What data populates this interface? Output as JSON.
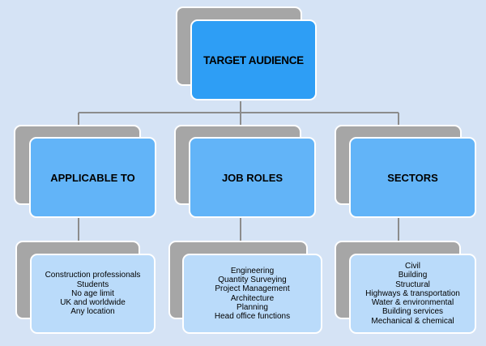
{
  "diagram": {
    "root": {
      "label": "TARGET AUDIENCE"
    },
    "branches": [
      {
        "label": "APPLICABLE TO",
        "items": [
          "Construction professionals",
          "Students",
          "No age limit",
          "UK and worldwide",
          "Any location"
        ]
      },
      {
        "label": "JOB ROLES",
        "items": [
          "Engineering",
          "Quantity Surveying",
          "Project Management",
          "Architecture",
          "Planning",
          "Head office functions"
        ]
      },
      {
        "label": "SECTORS",
        "items": [
          "Civil",
          "Building",
          "Structural",
          "Highways & transportation",
          "Water & environmental",
          "Building services",
          "Mechanical & chemical"
        ]
      }
    ]
  },
  "colors": {
    "background": "#d5e3f5",
    "root_fill": "#2e9ef5",
    "branch_fill": "#62b4f8",
    "leaf_fill": "#badbfa",
    "shadow_fill": "#a6a6a6",
    "border": "#ffffff",
    "connector": "#8c8c8c"
  }
}
